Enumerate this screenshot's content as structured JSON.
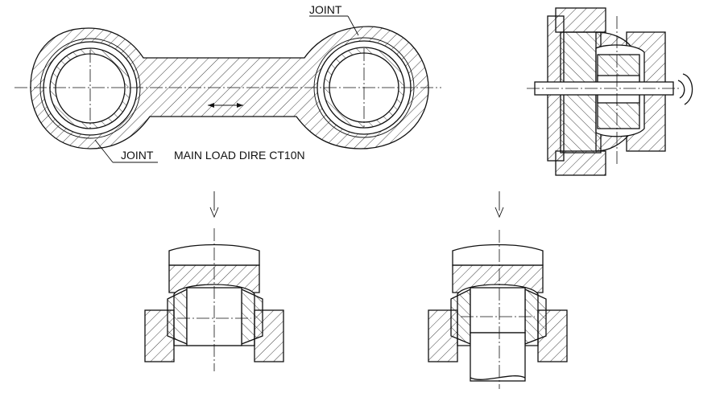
{
  "labels": {
    "joint_top": "JOINT",
    "joint_bottom": "JOINT",
    "load_direction": "MAIN LOAD DIRE CT10N"
  },
  "colors": {
    "line": "#111111",
    "background": "#ffffff"
  }
}
